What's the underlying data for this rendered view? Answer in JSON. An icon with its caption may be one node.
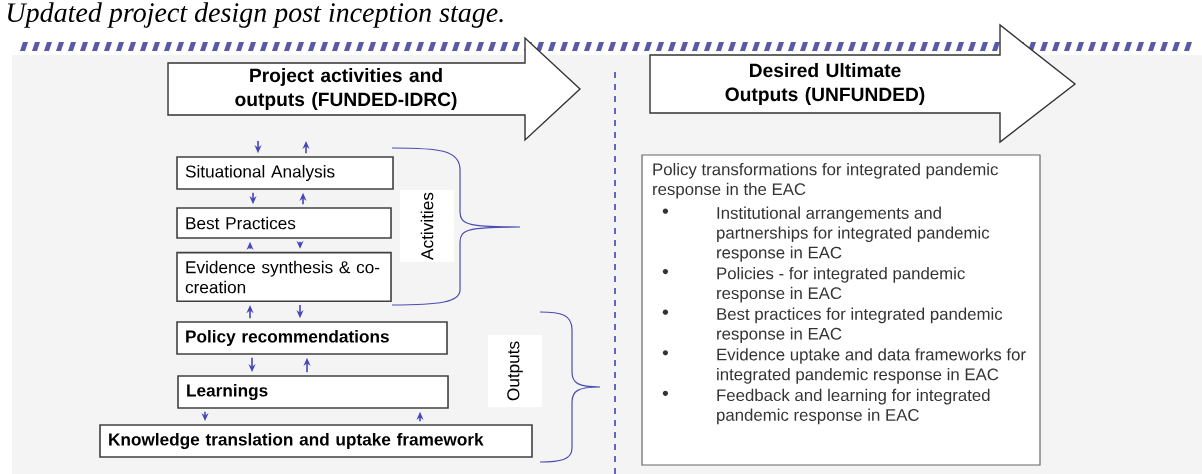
{
  "diagram": {
    "title": "Updated project design post inception stage.",
    "nodes": [
      {
        "text": [
          "Project activities and outputs (FUNDED-IDRC)"
        ]
      },
      {
        "text": [
          "Desired Ultimate Outputs (UNFUNDED)"
        ]
      },
      {
        "text": [
          "Situational Analysis"
        ]
      },
      {
        "text": [
          "Best Practices"
        ]
      },
      {
        "text": [
          "Evidence synthesis & co-creation"
        ]
      },
      {
        "text": [
          "Policy recommendations"
        ]
      },
      {
        "text": [
          "Learnings"
        ]
      },
      {
        "text": [
          "Knowledge translation and uptake framework"
        ]
      },
      {
        "text": [
          "Activities"
        ]
      },
      {
        "text": [
          "Outputs"
        ]
      },
      {
        "text": [
          "Policy transformations for  integrated pandemic response in the EAC",
          "Institutional arrangements and partnerships for integrated pandemic response in EAC",
          "Policies - for integrated pandemic response in EAC",
          "Best practices for integrated pandemic response in EAC",
          "Evidence uptake and data frameworks for integrated pandemic response in EAC",
          "Feedback and learning for integrated pandemic response in EAC"
        ]
      }
    ],
    "edges": [
      {
        "from": null,
        "to": 2,
        "arrow": "to"
      },
      {
        "from": 2,
        "to": null,
        "arrow": "to"
      },
      {
        "from": 2,
        "to": 3,
        "arrow": "to"
      },
      {
        "from": 3,
        "to": 2,
        "arrow": "to"
      },
      {
        "from": 4,
        "to": 3,
        "arrow": "to"
      },
      {
        "from": 3,
        "to": 4,
        "arrow": "to"
      },
      {
        "from": 5,
        "to": 4,
        "arrow": "to"
      },
      {
        "from": 4,
        "to": 5,
        "arrow": "to"
      },
      {
        "from": 5,
        "to": 6,
        "arrow": "to"
      },
      {
        "from": 6,
        "to": 5,
        "arrow": "to"
      },
      {
        "from": 6,
        "to": 7,
        "arrow": "to"
      },
      {
        "from": 7,
        "to": 6,
        "arrow": "to"
      }
    ]
  }
}
